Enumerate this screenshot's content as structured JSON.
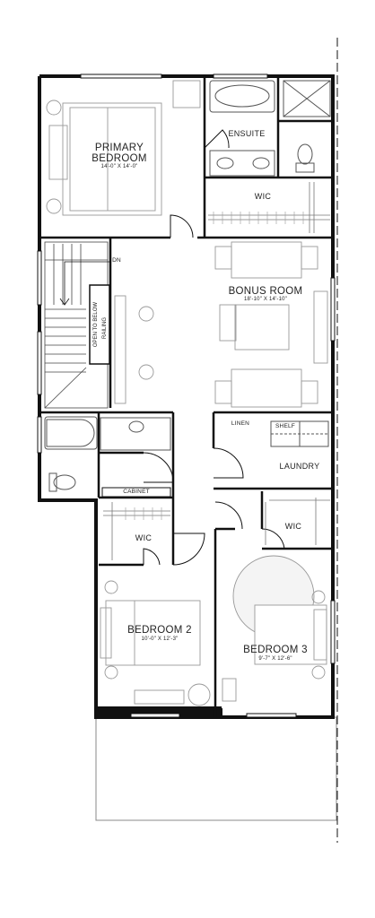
{
  "rooms": {
    "primary_bedroom": {
      "name_line1": "PRIMARY",
      "name_line2": "BEDROOM",
      "dims": "14'-0\" X 14'-0\""
    },
    "ensuite": {
      "name": "ENSUITE"
    },
    "wic_primary": {
      "name": "WIC"
    },
    "bonus_room": {
      "name": "BONUS ROOM",
      "dims": "18'-10\" X 14'-10\""
    },
    "laundry": {
      "name": "LAUNDRY"
    },
    "linen": {
      "name": "LINEN"
    },
    "shelf": {
      "name": "SHELF"
    },
    "cabinet": {
      "name": "CABINET"
    },
    "wic_bed2": {
      "name": "WIC"
    },
    "wic_bed3": {
      "name": "WIC"
    },
    "bedroom2": {
      "name": "BEDROOM 2",
      "dims": "10'-0\" X 12'-3\""
    },
    "bedroom3": {
      "name": "BEDROOM 3",
      "dims": "9'-7\" X 12'-6\""
    }
  },
  "stairs": {
    "down_label": "DN",
    "open_label": "OPEN TO BELOW",
    "railing_label": "RAILING"
  },
  "colors": {
    "wall": "#111111",
    "line": "#555555",
    "fixture": "#777777"
  }
}
